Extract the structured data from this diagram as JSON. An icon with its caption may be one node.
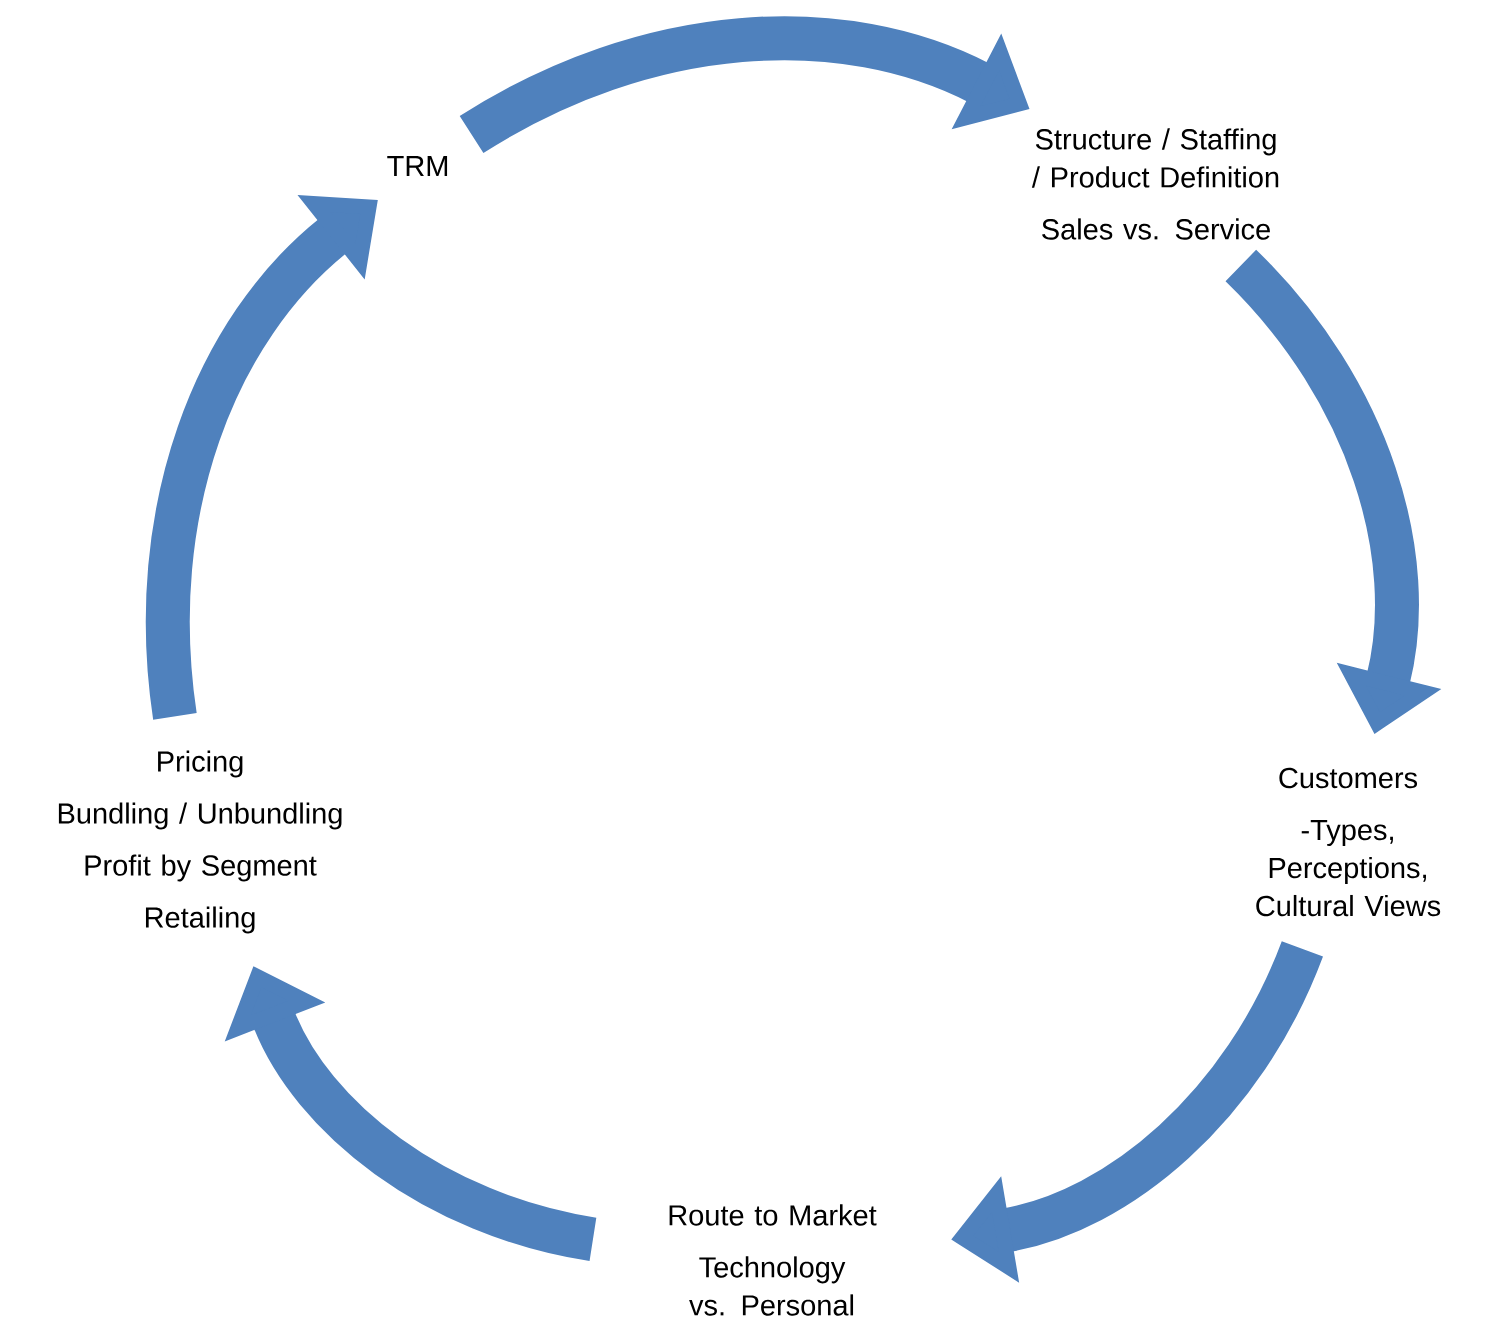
{
  "diagram": {
    "nodes": [
      {
        "text": [
          "TRM"
        ]
      },
      {
        "text": [
          "Structure / Staffing / Product Definition",
          "Sales vs. Service"
        ]
      },
      {
        "text": [
          "Customers",
          "-Types, Perceptions, Cultural Views"
        ]
      },
      {
        "text": [
          "Route to Market",
          "Technology vs. Personal"
        ]
      },
      {
        "text": [
          "Pricing",
          "Bundling / Unbundling",
          "Profit by Segment",
          "Retailing"
        ]
      }
    ],
    "edges": [
      {
        "from": 0,
        "to": 1,
        "arrow": "to"
      },
      {
        "from": 1,
        "to": 2,
        "arrow": "to"
      },
      {
        "from": 2,
        "to": 3,
        "arrow": "to"
      },
      {
        "from": 3,
        "to": 4,
        "arrow": "to"
      },
      {
        "from": 4,
        "to": 0,
        "arrow": "to"
      }
    ]
  }
}
